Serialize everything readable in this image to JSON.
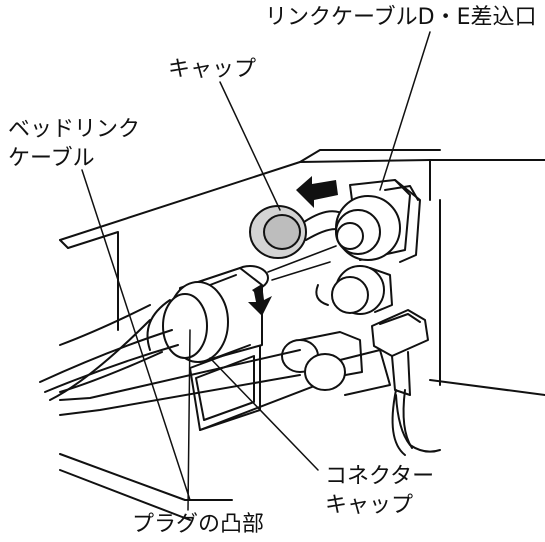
{
  "labels": {
    "link_cable_port": "リンクケーブルD・E差込口",
    "cap": "キャップ",
    "bed_link_cable_line1": "ベッドリンク",
    "bed_link_cable_line2": "ケーブル",
    "connector_cap_line1": "コネクター",
    "connector_cap_line2": "キャップ",
    "plug_protrusion": "プラグの凸部"
  },
  "colors": {
    "line": "#111111",
    "cap_fill": "#d4d4d4",
    "background": "#ffffff"
  }
}
